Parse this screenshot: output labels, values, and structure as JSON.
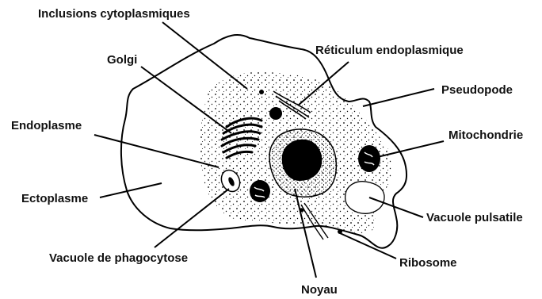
{
  "labels": {
    "inclusions": "Inclusions cytoplasmiques",
    "golgi": "Golgi",
    "reticulum": "Réticulum endoplasmique",
    "pseudopode": "Pseudopode",
    "endoplasme": "Endoplasme",
    "mitochondrie": "Mitochondrie",
    "ectoplasme": "Ectoplasme",
    "vacuole_pulsatile": "Vacuole pulsatile",
    "vacuole_phagocytose": "Vacuole de phagocytose",
    "ribosome": "Ribosome",
    "noyau": "Noyau"
  },
  "colors": {
    "ink": "#000000",
    "background": "#ffffff"
  }
}
